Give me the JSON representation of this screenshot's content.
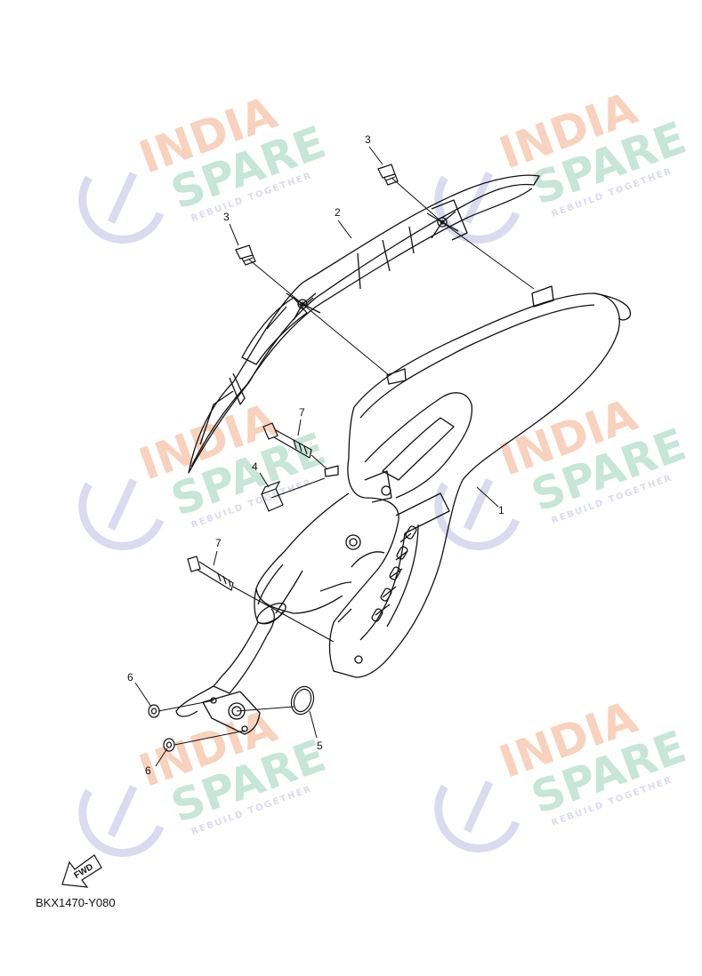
{
  "watermark": {
    "line1": "INDIA",
    "line2": "SPARE",
    "line3": "REBUILD TOGETHER",
    "colors": {
      "line1": "#f8d2bc",
      "line2": "#c5e6d8",
      "icon": "#dadaf0"
    }
  },
  "callouts": {
    "c1": "1",
    "c2": "2",
    "c3a": "3",
    "c3b": "3",
    "c4": "4",
    "c5": "5",
    "c6a": "6",
    "c6b": "6",
    "c7a": "7",
    "c7b": "7"
  },
  "fwd_label": "FWD",
  "diagram_code": "BKX1470-Y080"
}
